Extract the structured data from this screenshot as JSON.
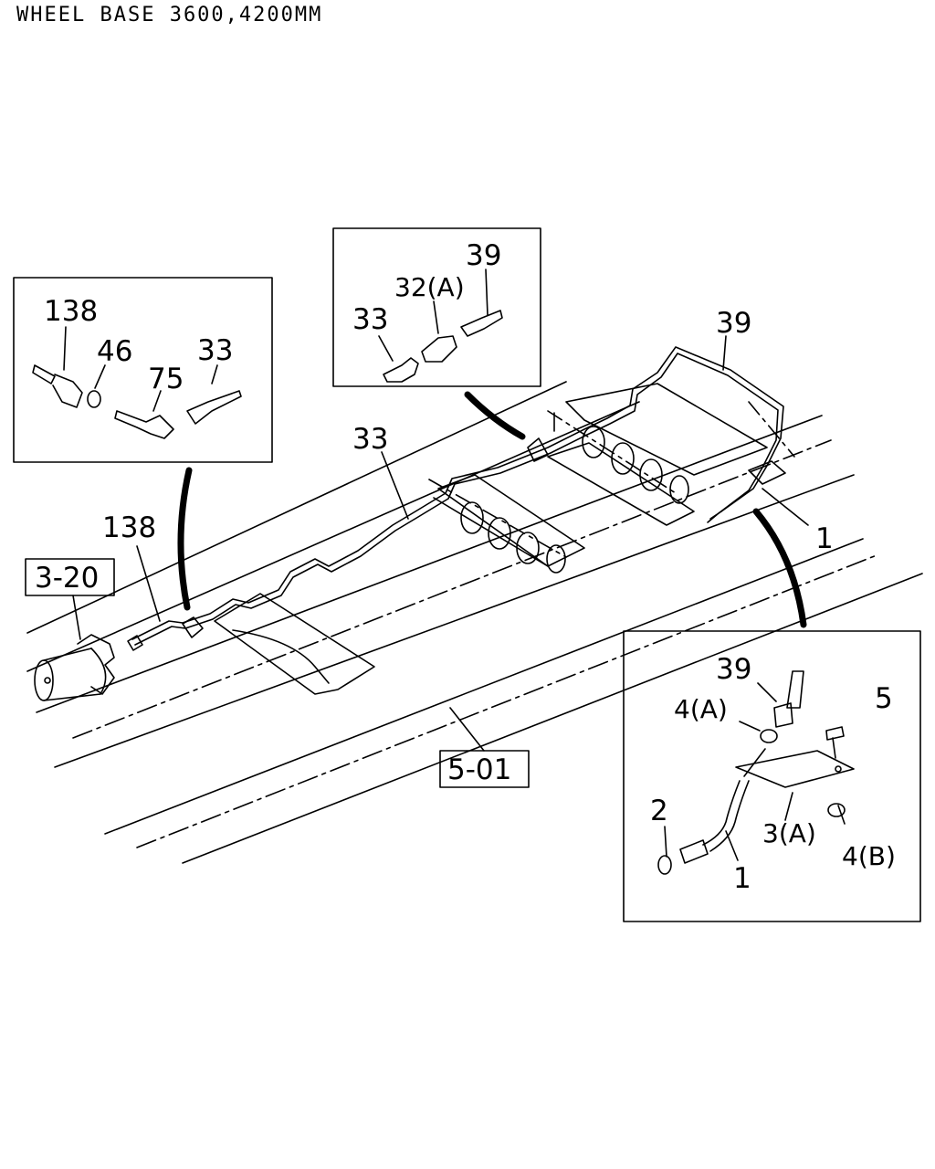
{
  "header": {
    "title": "WHEEL BASE 3600,4200MM"
  },
  "refs": {
    "ref_frame": "5-01",
    "ref_motor": "3-20"
  },
  "labels": {
    "p138_main": "138",
    "p33_main": "33",
    "p39_main": "39",
    "p1_main": "1"
  },
  "inset_left": {
    "p138": "138",
    "p46": "46",
    "p75": "75",
    "p33": "33"
  },
  "inset_top": {
    "p33": "33",
    "p32a": "32(A)",
    "p39": "39"
  },
  "inset_right": {
    "p39": "39",
    "p5": "5",
    "p4a": "4(A)",
    "p2": "2",
    "p3a": "3(A)",
    "p4b": "4(B)",
    "p1": "1"
  },
  "colors": {
    "line": "#000000",
    "background": "#ffffff"
  }
}
